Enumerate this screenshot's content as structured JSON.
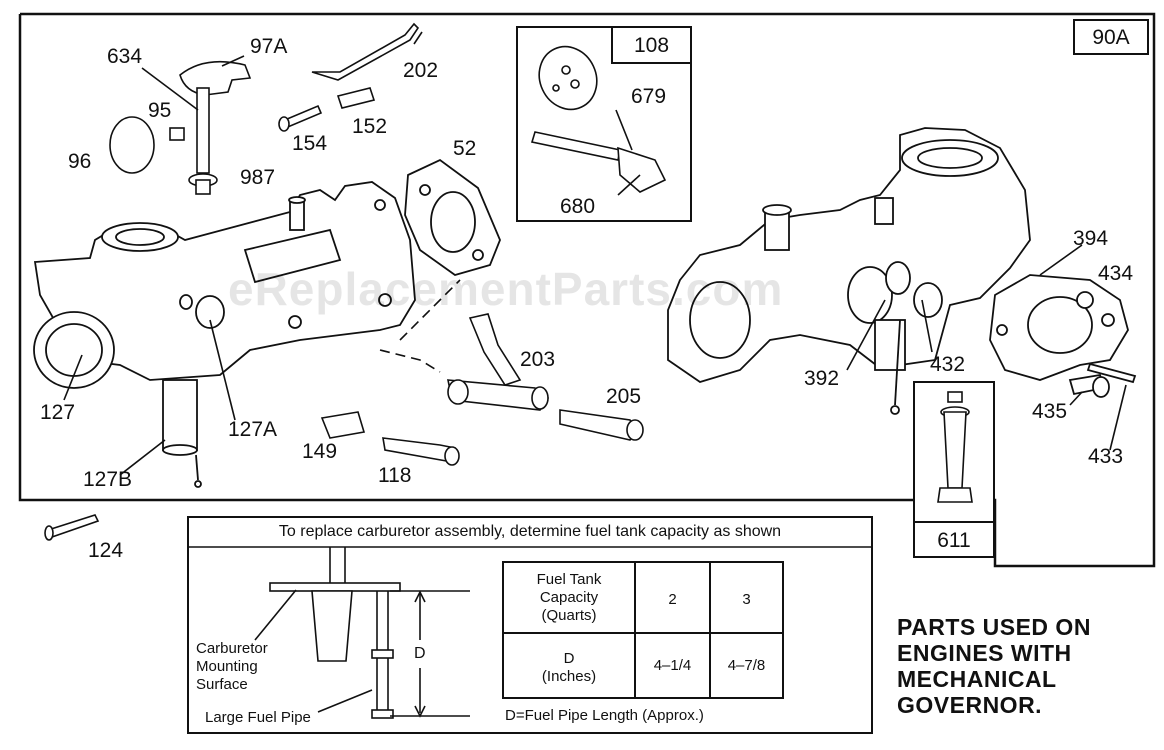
{
  "diagram_id": "90A",
  "watermark": "eReplacementParts.com",
  "inset_top": {
    "id": "108",
    "parts": [
      "679",
      "680"
    ]
  },
  "inset_tube": {
    "id": "611"
  },
  "part_labels": {
    "p634": "634",
    "p97A": "97A",
    "p202": "202",
    "p95": "95",
    "p154": "154",
    "p152": "152",
    "p96": "96",
    "p987": "987",
    "p52": "52",
    "p127": "127",
    "p127A": "127A",
    "p127B": "127B",
    "p149": "149",
    "p118": "118",
    "p203": "203",
    "p205": "205",
    "p392": "392",
    "p432": "432",
    "p394": "394",
    "p434": "434",
    "p435": "435",
    "p433": "433",
    "p124": "124"
  },
  "instruction_box": {
    "title": "To replace carburetor assembly, determine fuel tank capacity as shown",
    "mount_label_1": "Carburetor",
    "mount_label_2": "Mounting",
    "mount_label_3": "Surface",
    "pipe_label": "Large Fuel Pipe",
    "d_label": "D",
    "footnote": "D=Fuel Pipe Length (Approx.)",
    "table": {
      "row1_header": [
        "Fuel Tank",
        "Capacity",
        "(Quarts)"
      ],
      "row1_values": [
        "2",
        "3"
      ],
      "row2_header": [
        "D",
        "(Inches)"
      ],
      "row2_values": [
        "4–1/4",
        "4–7/8"
      ]
    }
  },
  "note_lines": [
    "PARTS USED ON",
    "ENGINES WITH",
    "MECHANICAL",
    "GOVERNOR."
  ]
}
